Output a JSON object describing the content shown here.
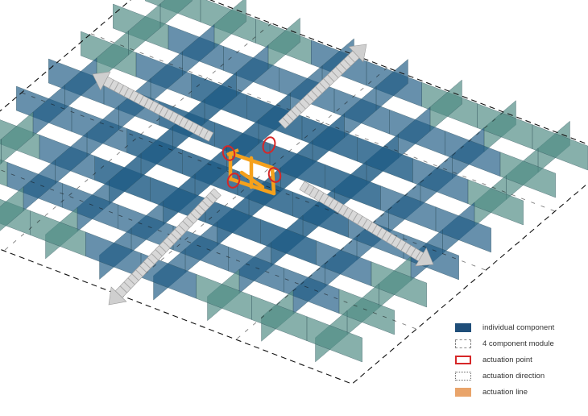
{
  "diagram": {
    "colors": {
      "component_blue": "#1f5b85",
      "component_teal": "#4e8a83",
      "module_dash": "#111111",
      "actuation_point": "#d62728",
      "actuation_line": "#f5a11c",
      "arrow_fill": "#d8d8d8"
    }
  },
  "legend": {
    "items": [
      {
        "label": "individual component",
        "swatch": "solid",
        "color": "#1f4e79"
      },
      {
        "label": "4 component module",
        "swatch": "dashed",
        "color": "#888888"
      },
      {
        "label": "actuation point",
        "swatch": "outline",
        "color": "#d62728"
      },
      {
        "label": "actuation direction",
        "swatch": "dotted",
        "color": "#666666"
      },
      {
        "label": "actuation line",
        "swatch": "solid",
        "color": "#e9a46a"
      }
    ]
  }
}
